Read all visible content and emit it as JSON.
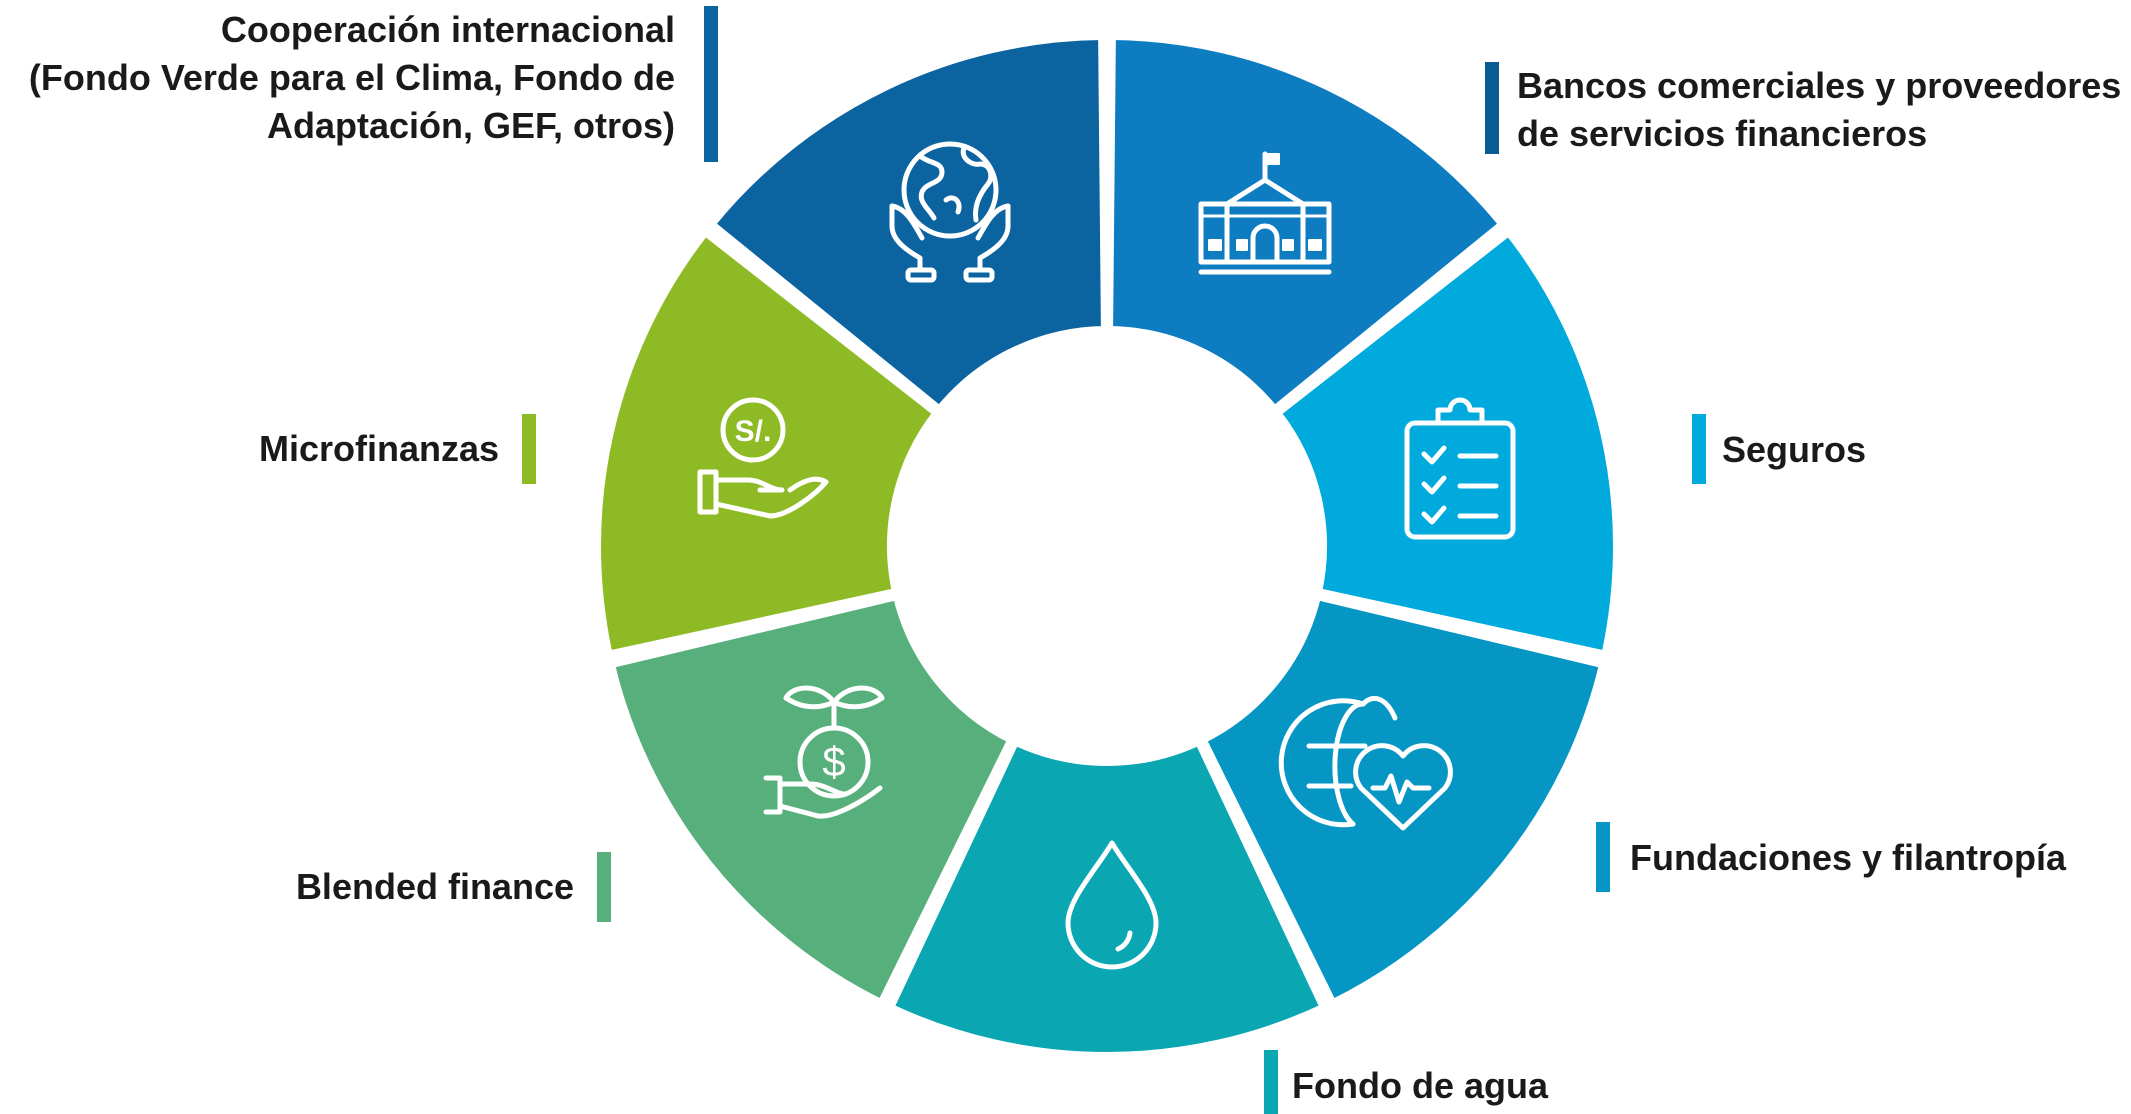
{
  "segments": [
    {
      "id": "banks",
      "label_lines": [
        "Bancos comerciales y proveedores",
        "de servicios financieros"
      ],
      "color": "#0D7CC1",
      "icon": "bank-building-icon",
      "bar_color": "#0A5D94"
    },
    {
      "id": "insurance",
      "label_lines": [
        "Seguros"
      ],
      "color": "#00AADD",
      "icon": "clipboard-checklist-icon",
      "bar_color": "#00AADD"
    },
    {
      "id": "foundations",
      "label_lines": [
        "Fundaciones y filantropía"
      ],
      "color": "#0696C3",
      "icon": "globe-heart-icon",
      "bar_color": "#0696C3"
    },
    {
      "id": "water",
      "label_lines": [
        "Fondo de agua"
      ],
      "color": "#0AA7B2",
      "icon": "water-drop-icon",
      "bar_color": "#0AA7B2"
    },
    {
      "id": "blended",
      "label_lines": [
        "Blended finance"
      ],
      "color": "#57AF7B",
      "icon": "plant-coin-hand-icon",
      "bar_color": "#57AF7B"
    },
    {
      "id": "micro",
      "label_lines": [
        "Microfinanzas"
      ],
      "color": "#8EBB25",
      "icon": "coin-hand-icon",
      "coin_symbol": "S/.",
      "bar_color": "#8EBB25"
    },
    {
      "id": "coop",
      "label_lines": [
        "Cooperación internacional",
        "(Fondo Verde para el Clima, Fondo de",
        "Adaptación, GEF, otros)"
      ],
      "color": "#0B63A0",
      "icon": "globe-hands-icon",
      "bar_color": "#0B63A0"
    }
  ]
}
